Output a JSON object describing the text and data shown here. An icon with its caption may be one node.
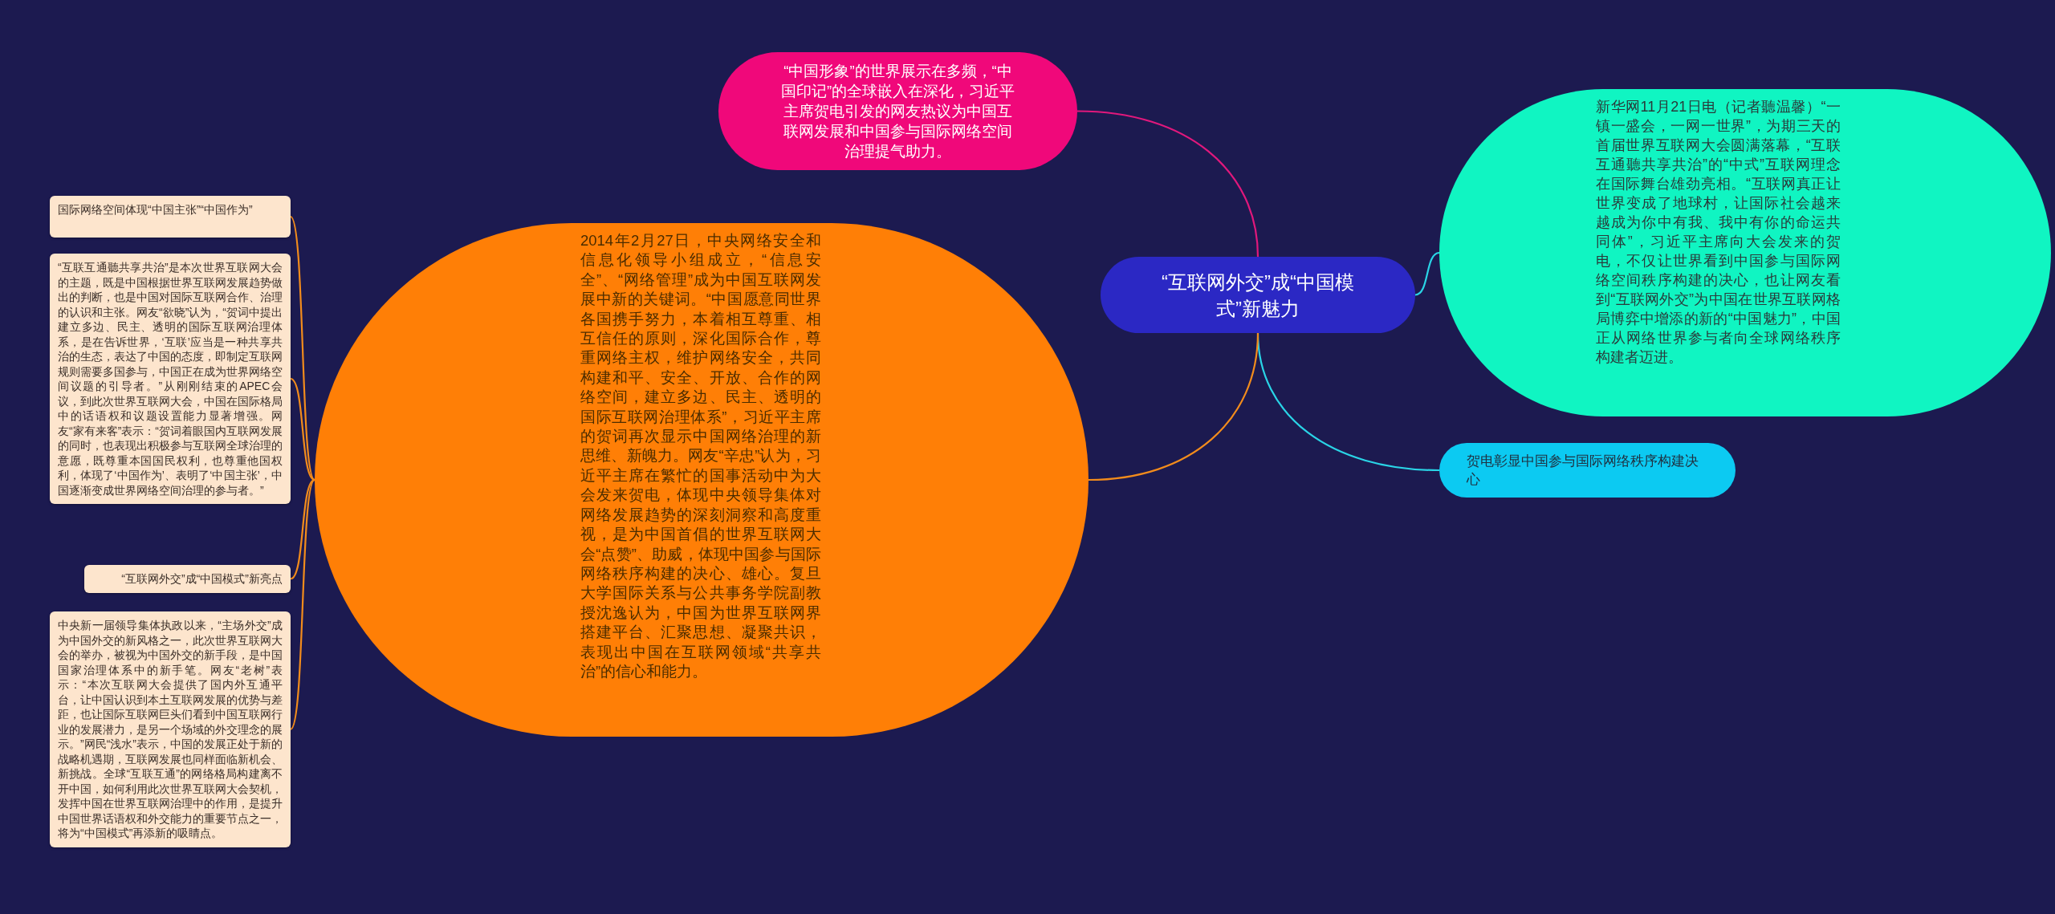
{
  "diagram": {
    "nodes": [
      {
        "text": [
          "“互联网外交”成“中国模式”新魅力"
        ]
      },
      {
        "text": [
          "“中国形象”的世界展示在多频，“中国印记”的全球嵌入在深化，习近平主席贺电引发的网友热议为中国互联网发展和中国参与国际网络空间治理提气助力。"
        ]
      },
      {
        "text": [
          "新华网11月21日电（记者聽温馨）“一镇一盛会，一网一世界”，为期三天的首届世界互联网大会圆满落幕，“互联互通聽共享共治”的“中式”互联网理念在国际舞台雄劲亮相。“互联网真正让世界变成了地球村，让国际社会越来越成为你中有我、我中有你的命运共同体”，习近平主席向大会发来的贺电，不仅让世界看到中国参与国际网络空间秩序构建的决心，也让网友看到“互联网外交”为中国在世界互联网格局博弈中增添的新的“中国魅力”，中国正从网络世界参与者向全球网络秩序构建者迈进。"
        ]
      },
      {
        "text": [
          "贺电彰显中国参与国际网络秩序构建决心"
        ]
      },
      {
        "text": [
          "2014年2月27日，中央网络安全和信息化领导小组成立，“信息安全”、“网络管理”成为中国互联网发展中新的关键词。“中国愿意同世界各国携手努力，本着相互尊重、相互信任的原则，深化国际合作，尊重网络主权，维护网络安全，共同构建和平、安全、开放、合作的网络空间，建立多边、民主、透明的国际互联网治理体系”，习近平主席的贺词再次显示中国网络治理的新思维、新魄力。网友“辛忠”认为，习近平主席在繁忙的国事活动中为大会发来贺电，体现中央领导集体对网络发展趋势的深刻洞察和高度重视，是为中国首倡的世界互联网大会“点赞”、助威，体现中国参与国际网络秩序构建的决心、雄心。复旦大学国际关系与公共事务学院副教授沈逸认为，中国为世界互联网界搭建平台、汇聚思想、凝聚共识，表现出中国在互联网领域“共享共治”的信心和能力。"
        ]
      },
      {
        "text": [
          "国际网络空间体现“中国主张”“中国作为”"
        ]
      },
      {
        "text": [
          "“互联互通聽共享共治”是本次世界互联网大会的主题，既是中国根据世界互联网发展趋势做出的判断，也是中国对国际互联网合作、治理的认识和主张。网友“欲晓”认为，“贺词中提出建立多边、民主、透明的国际互联网治理体系，是在告诉世界，‘互联’应当是一种共享共治的生态，表达了中国的态度，即制定互联网规则需要多国参与，中国正在成为世界网络空间议题的引导者。”从刚刚结束的APEC会议，到此次世界互联网大会，中国在国际格局中的话语权和议题设置能力显著增强。网友“家有来客”表示：“贺词着眼国内互联网发展的同时，也表现出积极参与互联网全球治理的意愿，既尊重本国国民权利，也尊重他国权利，体现了‘中国作为’、表明了‘中国主张’，中国逐渐变成世界网络空间治理的参与者。”"
        ]
      },
      {
        "text": [
          "“互联网外交”成“中国模式”新亮点"
        ]
      },
      {
        "text": [
          "中央新一届领导集体执政以来，“主场外交”成为中国外交的新风格之一，此次世界互联网大会的举办，被视为中国外交的新手段，是中国国家治理体系中的新手笔。网友“老树”表示：“本次互联网大会提供了国内外互通平台，让中国认识到本土互联网发展的优势与差距，也让国际互联网巨头们看到中国互联网行业的发展潜力，是另一个场域的外交理念的展示。”网民“浅水”表示，中国的发展正处于新的战略机遇期，互联网发展也同样面临新机会、新挑战。全球“互联互通”的网络格局构建离不开中国，如何利用此次世界互联网大会契机，发挥中国在世界互联网治理中的作用，是提升中国世界话语权和外交能力的重要节点之一，将为“中国模式”再添新的吸睛点。"
        ]
      }
    ],
    "edges": [
      {
        "from": 0,
        "to": 1,
        "arrow": "none",
        "color": "#e0187c"
      },
      {
        "from": 0,
        "to": 2,
        "arrow": "none",
        "color": "#2ad4e6"
      },
      {
        "from": 0,
        "to": 3,
        "arrow": "none",
        "color": "#2ad4e6"
      },
      {
        "from": 0,
        "to": 4,
        "arrow": "none"
      },
      {
        "from": 4,
        "to": 5,
        "arrow": "none"
      },
      {
        "from": 4,
        "to": 6,
        "arrow": "none"
      },
      {
        "from": 4,
        "to": 7,
        "arrow": "none"
      },
      {
        "from": 4,
        "to": 8,
        "arrow": "none"
      }
    ]
  }
}
